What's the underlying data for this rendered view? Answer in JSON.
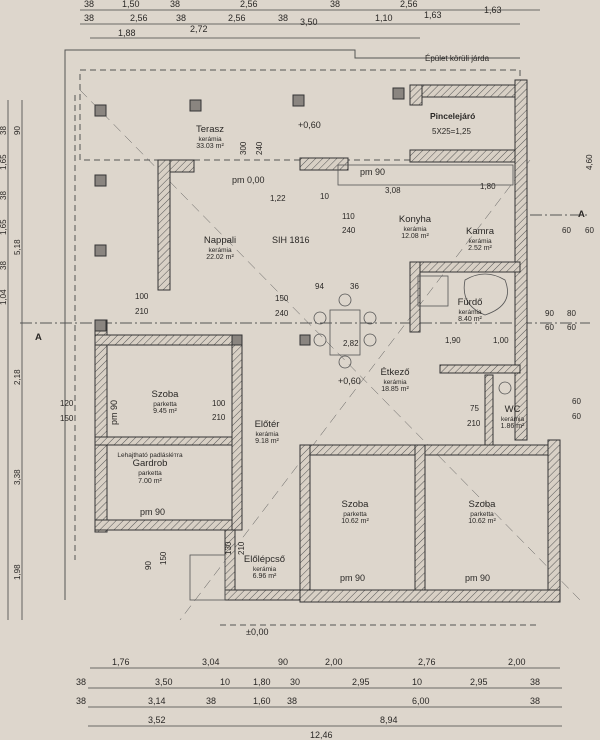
{
  "rooms": {
    "terasz": {
      "name": "Terasz",
      "material": "kerámia",
      "area": "33.03 m²"
    },
    "nappali": {
      "name": "Nappali",
      "material": "kerámia",
      "area": "22.02 m²"
    },
    "konyha": {
      "name": "Konyha",
      "material": "kerámia",
      "area": "12.08 m²"
    },
    "kamra": {
      "name": "Kamra",
      "material": "kerámia",
      "area": "2.52 m²"
    },
    "furdo": {
      "name": "Fürdő",
      "material": "kerámia",
      "area": "8.40 m²"
    },
    "etkezo": {
      "name": "Étkező",
      "material": "kerámia",
      "area": "18.85 m²"
    },
    "wc": {
      "name": "WC",
      "material": "kerámia",
      "area": "1.86 m²"
    },
    "szoba1": {
      "name": "Szoba",
      "material": "parketta",
      "area": "9.45 m²"
    },
    "eloter": {
      "name": "Előtér",
      "material": "kerámia",
      "area": "9.18 m²"
    },
    "gardrob": {
      "name": "Gardrob",
      "note": "Lehajtható padlásléтra",
      "material": "parketta",
      "area": "7.00 m²"
    },
    "szoba2": {
      "name": "Szoba",
      "material": "parketta",
      "area": "10.62 m²"
    },
    "szoba3": {
      "name": "Szoba",
      "material": "parketta",
      "area": "10.62 m²"
    },
    "elolepcso": {
      "name": "Előlépcső",
      "material": "kerámia",
      "area": "6.96 m²"
    },
    "pincelejaro": {
      "name": "Pincelejáró"
    }
  },
  "labels": {
    "jarda": "Épület körüli járda",
    "level_terasz": "+0,60",
    "level_etkezo": "+0,60",
    "level_ground": "±0,00",
    "pm0": "pm 0,00",
    "pm90_top": "pm 90",
    "pm90_szoba": "pm 90",
    "pm90_gardrob": "pm 90",
    "pm90_b1": "pm 90",
    "pm90_b2": "pm 90",
    "sih": "SIH 1816",
    "stairs": "5X25=1,25",
    "section_left": "A",
    "section_right": "A",
    "padlas": "Lehajtható padlásléтra"
  },
  "dims_top": [
    [
      "38",
      "1,50",
      "38",
      "2,56",
      "38",
      "2,56"
    ],
    [
      "38",
      "2,56",
      "38",
      "2,56",
      "38",
      "1,63"
    ],
    [
      "1,88",
      "2,72",
      "3,50",
      "1,10",
      "1,63"
    ]
  ],
  "dims_bottom": [
    [
      "1,76",
      "3,04",
      "90",
      "2,00",
      "2,76",
      "2,00"
    ],
    [
      "38",
      "3,50",
      "10",
      "1,80",
      "30",
      "2,95",
      "10",
      "2,95",
      "38"
    ],
    [
      "38",
      "3,14",
      "38",
      "1,60",
      "38",
      "6,00",
      "38"
    ],
    [
      "3,52",
      "8,94"
    ],
    [
      "12,46"
    ]
  ],
  "dims_left": [
    "38",
    "90",
    "1,65",
    "38",
    "1,65",
    "38",
    "1,04",
    "5,18",
    "2,18",
    "3,38",
    "1,98"
  ],
  "dims_right": [
    "4,60",
    "60",
    "60",
    "90",
    "60",
    "80",
    "60",
    "60",
    "60"
  ],
  "openings": [
    "100",
    "210",
    "120",
    "150",
    "300",
    "240",
    "1,22",
    "10",
    "3,08",
    "1,80",
    "110",
    "240",
    "94",
    "36",
    "150",
    "240",
    "2,82",
    "1,90",
    "1,00",
    "75",
    "210",
    "100",
    "210",
    "130",
    "210",
    "90",
    "150"
  ]
}
